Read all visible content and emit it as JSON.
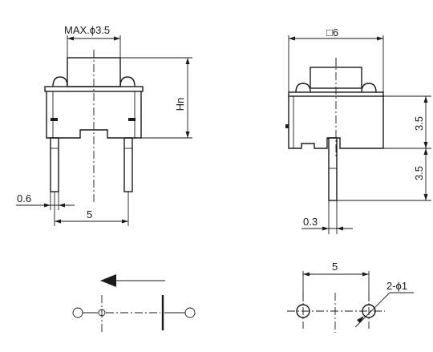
{
  "front_view": {
    "button_dim": "MAX.ϕ3.5",
    "height_dim": "Hn",
    "lead_width": "0.6",
    "lead_pitch": "5"
  },
  "side_view": {
    "body_dim": "□6",
    "upper_height": "3.5",
    "lead_length": "3.5",
    "lead_thickness": "0.3"
  },
  "pcb_layout": {
    "hole_pitch": "5",
    "hole_callout": "2-ϕ1"
  },
  "switch_symbol": {
    "arrow": "actuation direction"
  }
}
